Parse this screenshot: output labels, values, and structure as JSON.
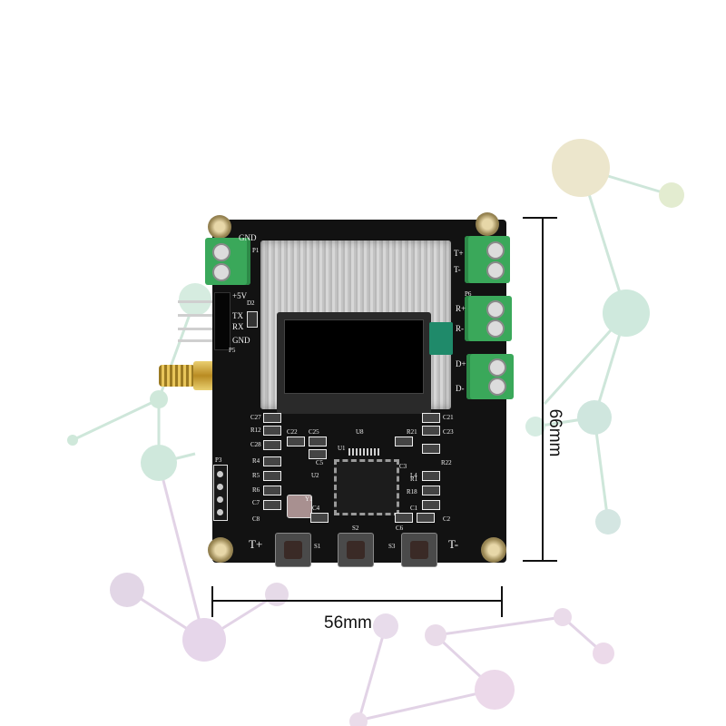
{
  "dimensions": {
    "width_label": "56mm",
    "height_label": "66mm"
  },
  "board": {
    "silkscreen": {
      "left_header": [
        "GND",
        "+5V",
        "TX",
        "RX",
        "GND"
      ],
      "connector_p1": "P1",
      "connector_p5": "P5",
      "connector_p3": "P3",
      "diode_d2": "D2",
      "right_terminals": [
        "T+",
        "T-",
        "R+",
        "R-",
        "D+",
        "D-"
      ],
      "terminal_p6": "P6",
      "u8": "U8",
      "u1": "U1",
      "u2": "U2",
      "y1": "Y1",
      "left_parts": [
        "C27",
        "R12",
        "C28",
        "R4",
        "R5",
        "R6",
        "C7",
        "C8",
        "C4",
        "C22",
        "C25",
        "C5"
      ],
      "right_parts": [
        "C21",
        "C23",
        "R21",
        "R22",
        "C3",
        "R1",
        "R18",
        "L4",
        "C6",
        "C2",
        "C1"
      ],
      "button_marks": [
        "S1",
        "S2",
        "S3"
      ]
    },
    "button_labels": {
      "left": "T+",
      "right": "T-"
    }
  },
  "colors": {
    "pcb": "#111111",
    "terminal": "#3aa85a",
    "oled_screen": "#000000",
    "shield": "#c9c9c9",
    "sma": "#c89a2a"
  }
}
